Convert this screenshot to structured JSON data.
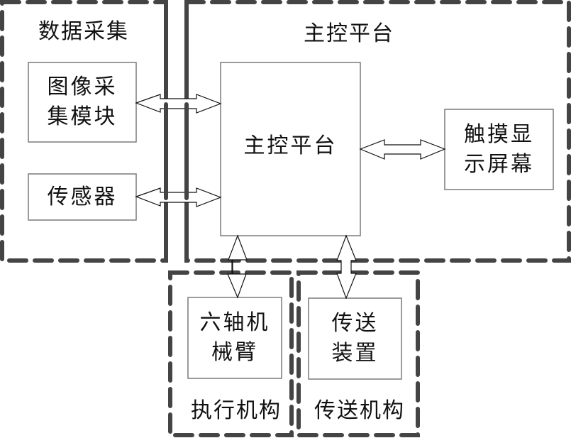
{
  "diagram": {
    "groups": {
      "data_collection": {
        "title": "数据采集"
      },
      "main_control": {
        "title": "主控平台"
      },
      "executor": {
        "title": "执行机构"
      },
      "conveyor": {
        "title": "传送机构"
      }
    },
    "nodes": {
      "image_capture": {
        "line1": "图像采",
        "line2": "集模块"
      },
      "sensor": {
        "line1": "传感器"
      },
      "main_platform": {
        "line1": "主控平台"
      },
      "touch_display": {
        "line1": "触摸显",
        "line2": "示屏幕"
      },
      "robot_arm": {
        "line1": "六轴机",
        "line2": "械臂"
      },
      "conveyor_device": {
        "line1": "传送",
        "line2": "装置"
      }
    },
    "connections": [
      {
        "from": "image_capture",
        "to": "main_platform",
        "type": "bidirectional"
      },
      {
        "from": "sensor",
        "to": "main_platform",
        "type": "bidirectional"
      },
      {
        "from": "main_platform",
        "to": "touch_display",
        "type": "bidirectional"
      },
      {
        "from": "main_platform",
        "to": "robot_arm",
        "type": "bidirectional"
      },
      {
        "from": "main_platform",
        "to": "conveyor_device",
        "type": "bidirectional"
      }
    ],
    "colors": {
      "dashed_border": "#444444",
      "box_border": "#7a7a7a",
      "arrow_stroke": "#111111"
    }
  }
}
